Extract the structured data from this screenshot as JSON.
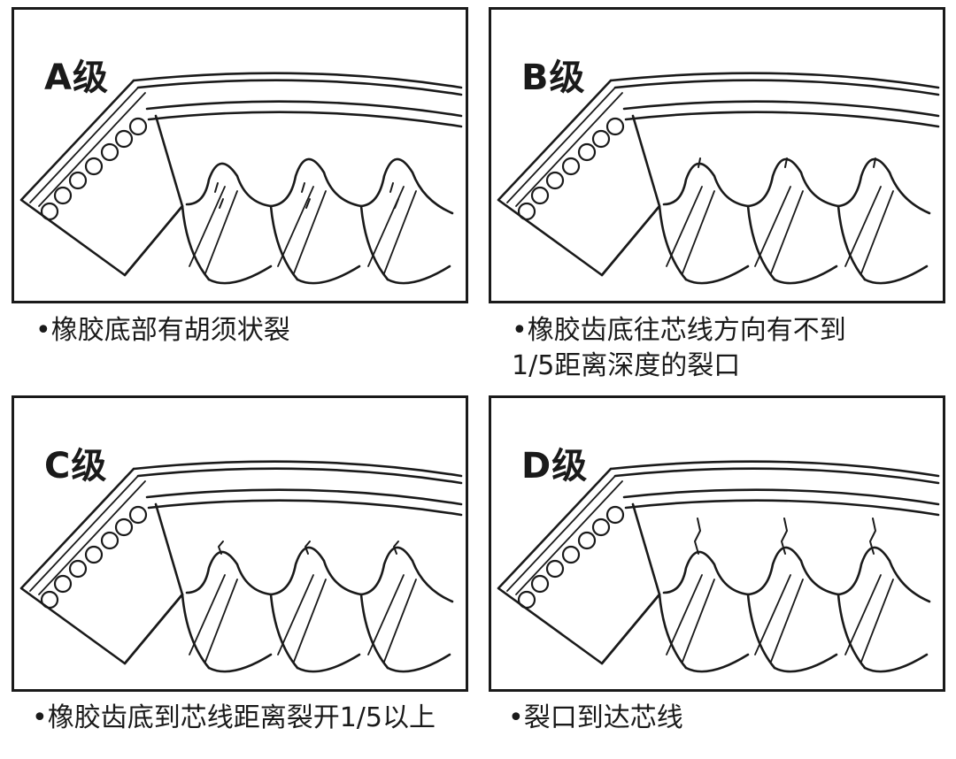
{
  "panels": [
    {
      "grade": "A级",
      "caption_lines": [
        "•橡胶底部有胡须状裂"
      ],
      "crack_depth": 0
    },
    {
      "grade": "B级",
      "caption_lines": [
        "•橡胶齿底往芯线方向有不到",
        "1/5距离深度的裂口"
      ],
      "crack_depth": 1
    },
    {
      "grade": "C级",
      "caption_lines": [
        "•橡胶齿底到芯线距离裂开1/5以上"
      ],
      "crack_depth": 2
    },
    {
      "grade": "D级",
      "caption_lines": [
        "•裂口到达芯线"
      ],
      "crack_depth": 3
    }
  ]
}
